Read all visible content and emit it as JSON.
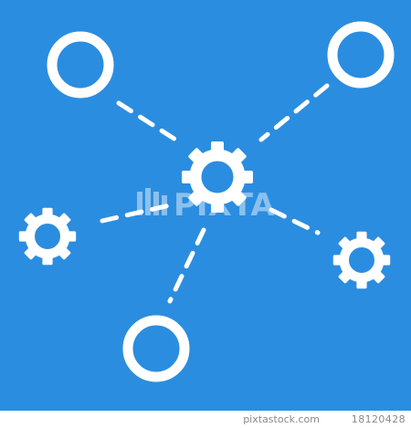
{
  "colors": {
    "background": "#2b8de0",
    "foreground": "#ffffff",
    "footer_text": "#8a8a8a"
  },
  "icon": {
    "name": "gear-network-icon",
    "center_node": "gear-icon",
    "satellite_nodes": [
      "circle-node",
      "circle-node",
      "circle-node",
      "gear-icon",
      "gear-icon"
    ],
    "connectors": "dashed-line"
  },
  "watermark": {
    "text": "PIXTA"
  },
  "footer": {
    "site": "pixtastock.com",
    "image_number": "18120428"
  }
}
